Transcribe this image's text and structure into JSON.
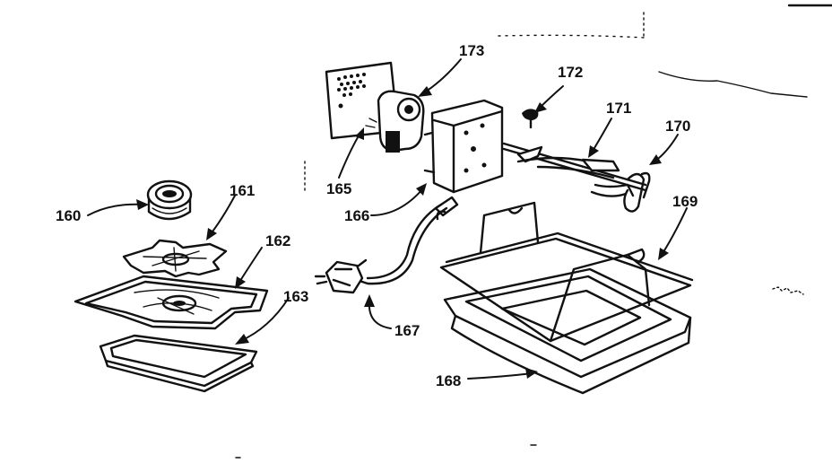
{
  "diagram": {
    "parts": [
      {
        "id": "p160",
        "label": "160"
      },
      {
        "id": "p161",
        "label": "161"
      },
      {
        "id": "p162",
        "label": "162"
      },
      {
        "id": "p163",
        "label": "163"
      },
      {
        "id": "p165",
        "label": "165"
      },
      {
        "id": "p166",
        "label": "166"
      },
      {
        "id": "p167",
        "label": "167"
      },
      {
        "id": "p168",
        "label": "168"
      },
      {
        "id": "p169",
        "label": "169"
      },
      {
        "id": "p170",
        "label": "170"
      },
      {
        "id": "p171",
        "label": "171"
      },
      {
        "id": "p172",
        "label": "172"
      },
      {
        "id": "p173",
        "label": "173"
      }
    ]
  }
}
